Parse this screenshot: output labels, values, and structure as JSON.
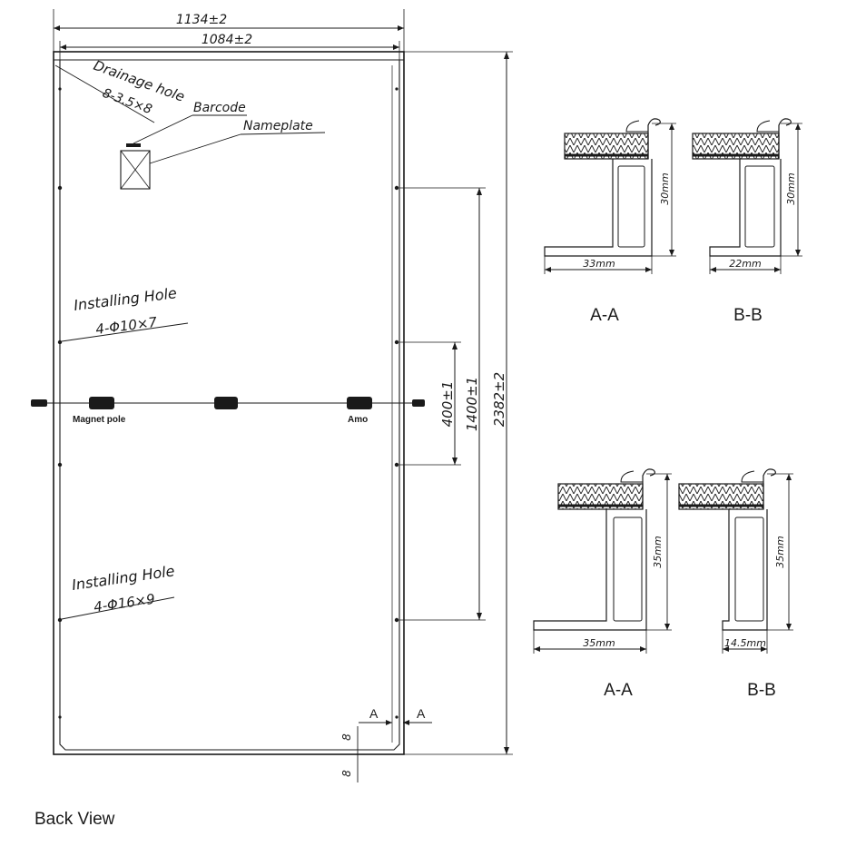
{
  "back_view": {
    "dimensions": {
      "overall_width": "1134±2",
      "frame_width": "1084±2",
      "total_length": "2382±2",
      "hole_span_long": "1400±1",
      "hole_span_short": "400±1",
      "edge_dim_1": "8",
      "edge_dim_2": "8"
    },
    "callouts": {
      "drainage_hole": "Drainage hole",
      "drainage_spec": "8-3.5×8",
      "barcode": "Barcode",
      "nameplate": "Nameplate",
      "installing_hole_1": "Installing Hole",
      "installing_hole_1_spec": "4-Φ10×7",
      "installing_hole_2": "Installing Hole",
      "installing_hole_2_spec": "4-Φ16×9",
      "magnet_pole": "Magnet pole",
      "amo": "Amo",
      "section_marker_left": "A",
      "section_marker_right": "A"
    },
    "caption": "Back View"
  },
  "sections": [
    {
      "label": "A-A",
      "height_dim": "30mm",
      "width_dim": "33mm",
      "variant": "wide"
    },
    {
      "label": "B-B",
      "height_dim": "30mm",
      "width_dim": "22mm",
      "variant": "narrow"
    },
    {
      "label": "A-A",
      "height_dim": "35mm",
      "width_dim": "35mm",
      "variant": "wide"
    },
    {
      "label": "B-B",
      "height_dim": "35mm",
      "width_dim": "14.5mm",
      "variant": "narrow"
    }
  ],
  "colors": {
    "ink": "#1a1a1a",
    "background": "#ffffff"
  }
}
